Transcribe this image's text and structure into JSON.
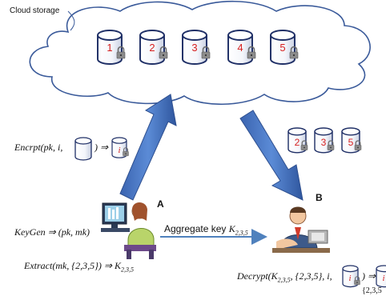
{
  "cloud": {
    "label": "Cloud storage",
    "files": [
      "1",
      "2",
      "3",
      "4",
      "5"
    ]
  },
  "received_files": [
    "2",
    "3",
    "5"
  ],
  "file_index_label": "i",
  "nodes": {
    "a": "A",
    "b": "B"
  },
  "formulas": {
    "encrypt_left": "Encrpt(pk, i,",
    "encrypt_right": ") ⇒",
    "keygen": "KeyGen ⇒ (pk, mk)",
    "extract": "Extract(mk, {2,3,5}) ⇒ K",
    "extract_sub": "2,3,5",
    "decrypt": "Decrypt(K",
    "decrypt_sub": "2,3,5",
    "decrypt_mid": ", {2,3,5}, i,",
    "decrypt_right": ") ⇒",
    "decrypt_overflow": "{2,3,5"
  },
  "aggregate": {
    "text": "Aggregate key",
    "key": "K",
    "sub": "2,3,5"
  },
  "colors": {
    "cylinder_stroke": "#1f2f66",
    "file_number": "#d62020",
    "big_arrow": "#4472c4",
    "thin_arrow": "#4f81bd"
  }
}
